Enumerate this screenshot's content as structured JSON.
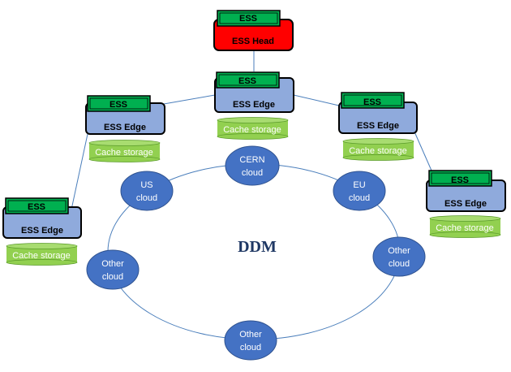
{
  "head": {
    "ess_label": "ESS",
    "title": "ESS Head"
  },
  "edges": [
    {
      "ess_label": "ESS",
      "title": "ESS Edge",
      "cache": "Cache storage"
    },
    {
      "ess_label": "ESS",
      "title": "ESS Edge",
      "cache": "Cache storage"
    },
    {
      "ess_label": "ESS",
      "title": "ESS Edge",
      "cache": "Cache storage"
    },
    {
      "ess_label": "ESS",
      "title": "ESS Edge",
      "cache": "Cache storage"
    },
    {
      "ess_label": "ESS",
      "title": "ESS Edge",
      "cache": "Cache storage"
    }
  ],
  "center_label": "DDM",
  "clouds": [
    {
      "line1": "CERN",
      "line2": "cloud"
    },
    {
      "line1": "US",
      "line2": "cloud"
    },
    {
      "line1": "EU",
      "line2": "cloud"
    },
    {
      "line1": "Other",
      "line2": "cloud"
    },
    {
      "line1": "Other",
      "line2": "cloud"
    },
    {
      "line1": "Other",
      "line2": "cloud"
    }
  ],
  "colors": {
    "head_fill": "#ff0000",
    "edge_fill": "#8faadc",
    "ess_fill": "#00b050",
    "cache_fill": "#92d050",
    "cloud_fill": "#4472c4",
    "line": "#4a7ebb",
    "ddm_text": "#1f3864"
  }
}
